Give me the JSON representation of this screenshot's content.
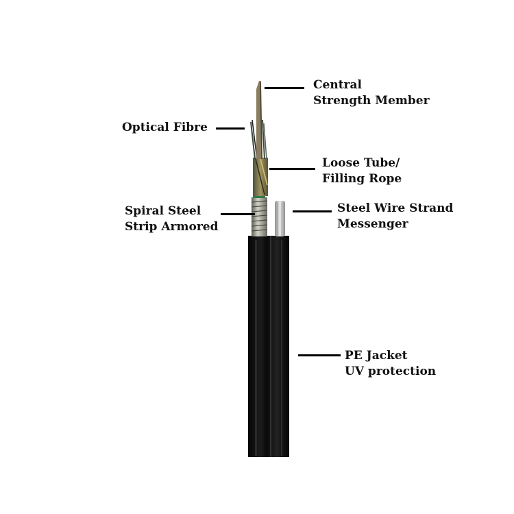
{
  "diagram": {
    "subject": "Figure-8 self-supporting armored optical fibre cable (cutaway)",
    "labels": [
      {
        "id": "central-strength-member",
        "line1": "Central",
        "line2": "Strength Member"
      },
      {
        "id": "optical-fibre",
        "line1": "Optical Fibre",
        "line2": ""
      },
      {
        "id": "loose-tube-filling-rope",
        "line1": "Loose Tube/",
        "line2": "Filling Rope"
      },
      {
        "id": "spiral-steel-strip-armored",
        "line1": "Spiral Steel",
        "line2": "Strip Armored"
      },
      {
        "id": "steel-wire-strand-messenger",
        "line1": "Steel Wire Strand",
        "line2": "Messenger"
      },
      {
        "id": "pe-jacket-uv-protection",
        "line1": "PE Jacket",
        "line2": "UV protection"
      }
    ],
    "colors": {
      "background": "#ffffff",
      "label_text": "#111111",
      "leader_line": "#000000",
      "jacket": "#0a0a0a",
      "steel_armor": "#9a9a90",
      "loose_tube": "#8b7d4a",
      "strength_member": "#7a6e55",
      "messenger": "#c8c8c8"
    }
  }
}
